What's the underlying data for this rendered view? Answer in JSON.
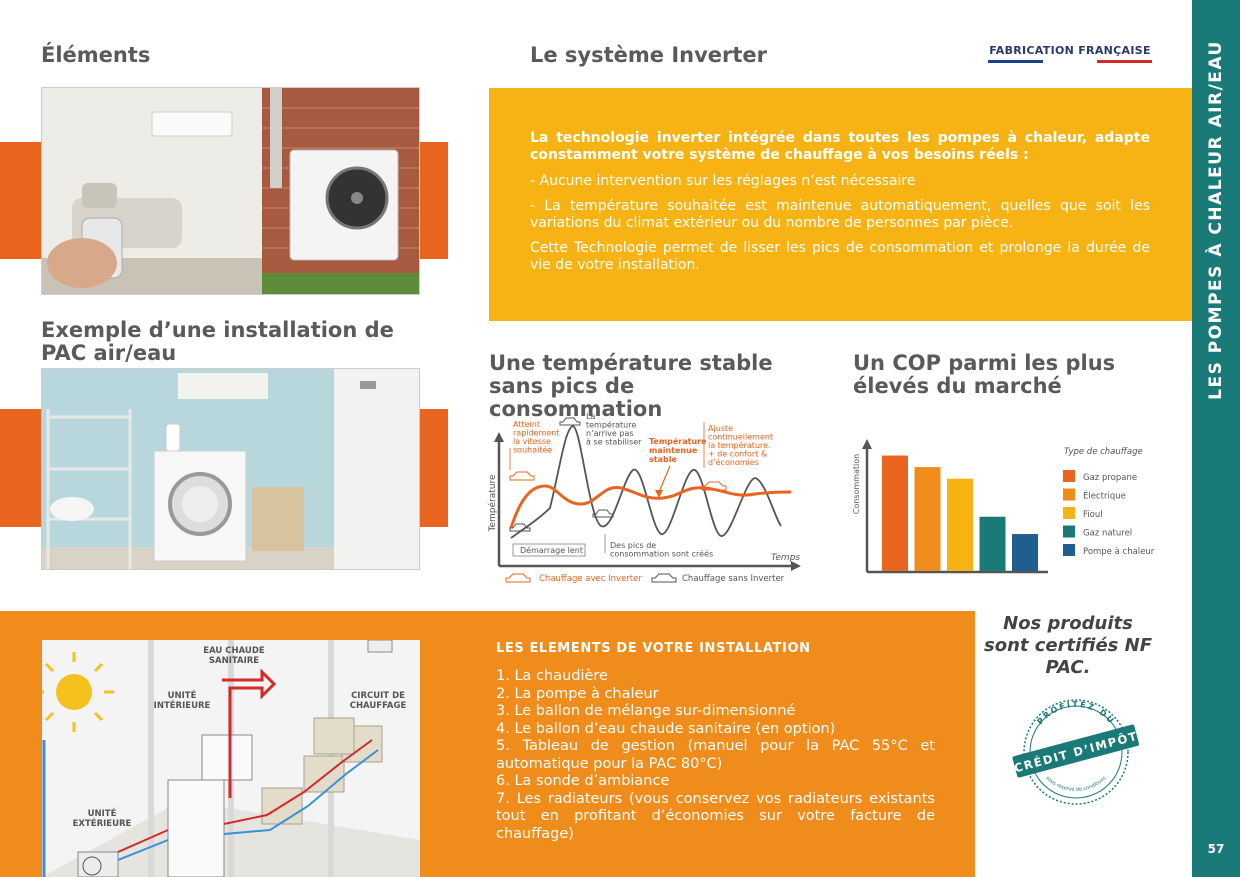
{
  "headings": {
    "elements": "Éléments",
    "inverter": "Le système Inverter",
    "example": "Exemple d’une installation de PAC air/eau",
    "stable": "Une température stable sans pics de consommation",
    "cop": "Un COP parmi les plus élevés du marché"
  },
  "badge": {
    "text": "FABRICATION FRANÇAISE",
    "colors": [
      "#1f3f8f",
      "#ffffff",
      "#d42a2a"
    ]
  },
  "inverter_box": {
    "intro": "La technologie inverter intégrée dans toutes les pompes à chaleur, adapte constamment votre système de chauffage à vos besoins réels :",
    "point1": "- Aucune intervention sur les réglages n’est nécessaire",
    "point2": "- La température souhaitée est maintenue automatiquement, quelles que soit les variations du climat extérieur ou du nombre de personnes par pièce.",
    "point3": "Cette Technologie permet de lisser les pics de consommation et prolonge la durée de vie de votre installation."
  },
  "temp_chart": {
    "ylabel": "Température",
    "xlabel": "Temps",
    "ann_atteint": [
      "Atteint",
      "rapidement",
      "la vitesse",
      "souhaitée"
    ],
    "ann_la_temp": [
      "La",
      "température",
      "n’arrive pas",
      "à se stabiliser"
    ],
    "ann_maintenue": [
      "Température",
      "maintenue",
      "stable"
    ],
    "ann_ajuste": [
      "Ajuste",
      "continuellement",
      "la température.",
      "+ de confort &",
      "d’économies"
    ],
    "ann_demarrage": "Démarrage lent",
    "ann_pics": [
      "Des pics de",
      "consommation sont créés"
    ],
    "legend_inverter": "Chauffage avec Inverter",
    "legend_sans": "Chauffage sans Inverter",
    "color_inverter": "#e8641f",
    "color_sans": "#555555"
  },
  "chart_data": {
    "type": "bar",
    "title": "",
    "xlabel": "",
    "ylabel": "Consommation",
    "legend_title": "Type de chauffage",
    "categories": [
      "Gaz propane",
      "Électrique",
      "Fioul",
      "Gaz naturel",
      "Pompe à chaleur"
    ],
    "values": [
      100,
      90,
      80,
      47,
      32
    ],
    "colors": [
      "#e8641f",
      "#ef8c1c",
      "#f6b313",
      "#1a7a78",
      "#1f5f8f"
    ],
    "ylim": [
      0,
      110
    ],
    "grid": false,
    "legend_position": "right"
  },
  "elements_box": {
    "title": "LES ELEMENTS DE VOTRE INSTALLATION",
    "items": [
      "1. La chaudière",
      "2. La pompe à chaleur",
      "3. Le ballon de mélange sur-dimensionné",
      "4. Le ballon d’eau chaude sanitaire (en option)",
      "5. Tableau de gestion (manuel pour la PAC 55°C et automatique pour la PAC 80°C)",
      "6. La sonde d’ambiance",
      "7. Les radiateurs (vous conservez vos radiateurs existants tout en profitant d’économies sur votre facture de chauffage)"
    ]
  },
  "diagram_labels": {
    "eau_chaude": [
      "EAU CHAUDE",
      "SANITAIRE"
    ],
    "unite_int": [
      "UNITÉ",
      "INTÉRIEURE"
    ],
    "circuit": [
      "CIRCUIT DE",
      "CHAUFFAGE"
    ],
    "unite_ext": [
      "UNITÉ",
      "EXTÉRIEURE"
    ]
  },
  "certification": "Nos produits sont certifiés NF PAC.",
  "seal": {
    "top": "PROFITEZ DU",
    "main": "CRÉDIT D’IMPÔT",
    "bottom": "sous réserve de conditions",
    "color": "#1a7a78"
  },
  "sideband": {
    "title": "LES POMPES À CHALEUR AIR/EAU",
    "page": "57"
  }
}
